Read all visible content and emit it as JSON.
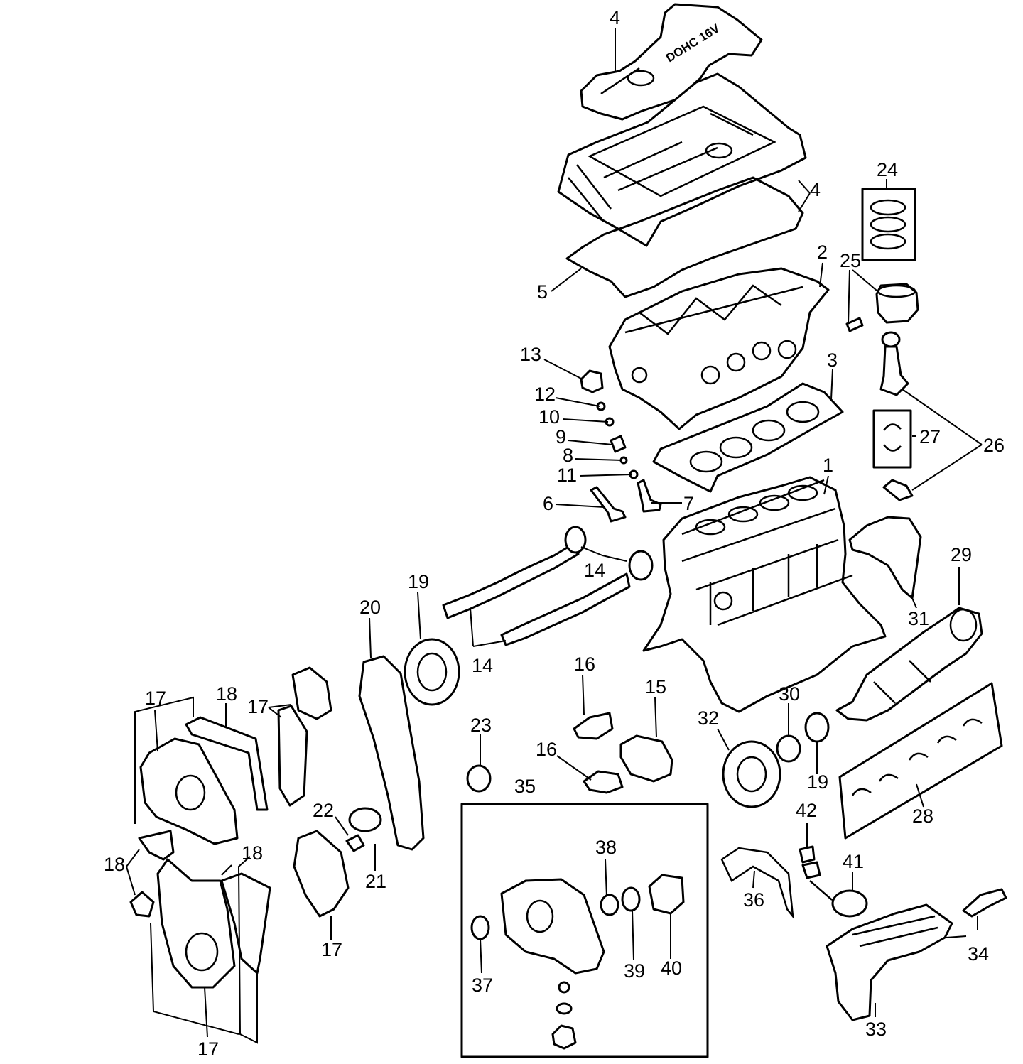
{
  "diagram": {
    "cover_marking": "DOHC 16V",
    "callouts": [
      {
        "id": "c4a",
        "text": "4"
      },
      {
        "id": "c4b",
        "text": "4"
      },
      {
        "id": "c5",
        "text": "5"
      },
      {
        "id": "c2",
        "text": "2"
      },
      {
        "id": "c24",
        "text": "24"
      },
      {
        "id": "c25",
        "text": "25"
      },
      {
        "id": "c13",
        "text": "13"
      },
      {
        "id": "c12",
        "text": "12"
      },
      {
        "id": "c10",
        "text": "10"
      },
      {
        "id": "c9",
        "text": "9"
      },
      {
        "id": "c8",
        "text": "8"
      },
      {
        "id": "c11",
        "text": "11"
      },
      {
        "id": "c3",
        "text": "3"
      },
      {
        "id": "c27",
        "text": "27"
      },
      {
        "id": "c26",
        "text": "26"
      },
      {
        "id": "c6",
        "text": "6"
      },
      {
        "id": "c7",
        "text": "7"
      },
      {
        "id": "c1",
        "text": "1"
      },
      {
        "id": "c14a",
        "text": "14"
      },
      {
        "id": "c14b",
        "text": "14"
      },
      {
        "id": "c29",
        "text": "29"
      },
      {
        "id": "c31",
        "text": "31"
      },
      {
        "id": "c19a",
        "text": "19"
      },
      {
        "id": "c20",
        "text": "20"
      },
      {
        "id": "c16a",
        "text": "16"
      },
      {
        "id": "c16b",
        "text": "16"
      },
      {
        "id": "c15",
        "text": "15"
      },
      {
        "id": "c32",
        "text": "32"
      },
      {
        "id": "c30",
        "text": "30"
      },
      {
        "id": "c19b",
        "text": "19"
      },
      {
        "id": "c28",
        "text": "28"
      },
      {
        "id": "c23",
        "text": "23"
      },
      {
        "id": "c35",
        "text": "35"
      },
      {
        "id": "c17a",
        "text": "17"
      },
      {
        "id": "c18a",
        "text": "18"
      },
      {
        "id": "c17b",
        "text": "17"
      },
      {
        "id": "c22",
        "text": "22"
      },
      {
        "id": "c21",
        "text": "21"
      },
      {
        "id": "c18b",
        "text": "18"
      },
      {
        "id": "c18c",
        "text": "18"
      },
      {
        "id": "c17c",
        "text": "17"
      },
      {
        "id": "c17d",
        "text": "17"
      },
      {
        "id": "c38",
        "text": "38"
      },
      {
        "id": "c37",
        "text": "37"
      },
      {
        "id": "c39",
        "text": "39"
      },
      {
        "id": "c40",
        "text": "40"
      },
      {
        "id": "c36",
        "text": "36"
      },
      {
        "id": "c42",
        "text": "42"
      },
      {
        "id": "c41",
        "text": "41"
      },
      {
        "id": "c34",
        "text": "34"
      },
      {
        "id": "c33",
        "text": "33"
      }
    ]
  }
}
